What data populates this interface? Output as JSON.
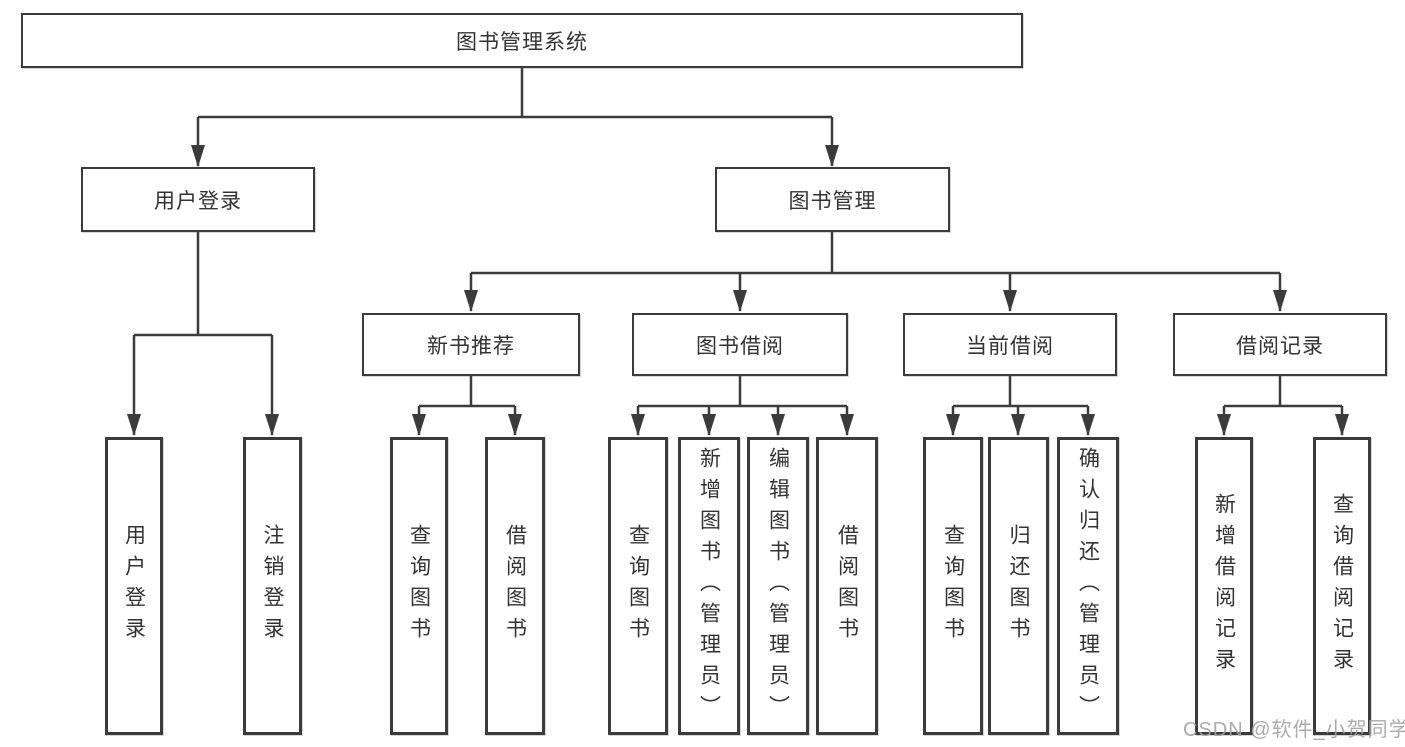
{
  "tree": {
    "root": "图书管理系统",
    "children": [
      {
        "label": "用户登录",
        "children": [
          "用户登录",
          "注销登录"
        ]
      },
      {
        "label": "图书管理",
        "children": [
          {
            "label": "新书推荐",
            "children": [
              "查询图书",
              "借阅图书"
            ]
          },
          {
            "label": "图书借阅",
            "children": [
              "查询图书",
              "新增图书（管理员）",
              "编辑图书（管理员）",
              "借阅图书"
            ]
          },
          {
            "label": "当前借阅",
            "children": [
              "查询图书",
              "归还图书",
              "确认归还（管理员）"
            ]
          },
          {
            "label": "借阅记录",
            "children": [
              "新增借阅记录",
              "查询借阅记录"
            ]
          }
        ]
      }
    ]
  },
  "watermark": {
    "text": "CSDN @软件_小贺同学"
  },
  "colors": {
    "line": "#3b3b3b",
    "text": "#333333",
    "watermark": "#a3a3a3",
    "background": "#ffffff"
  }
}
